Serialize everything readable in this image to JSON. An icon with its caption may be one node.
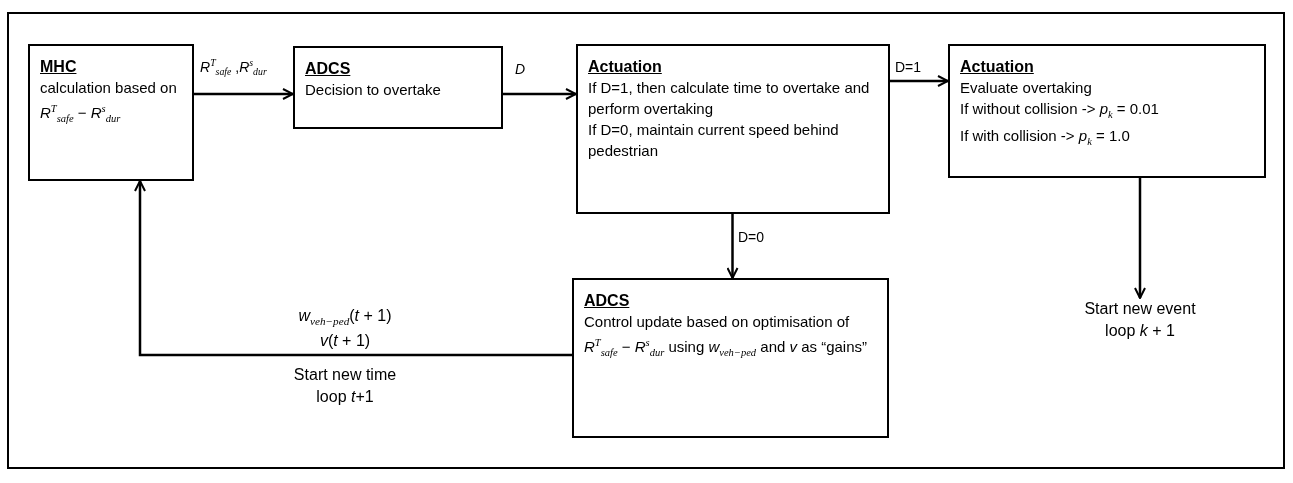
{
  "diagram": {
    "nodes": [
      {
        "text": [
          "MHC",
          "calculation based on *R*$^{T}$$_{safe}$ − *R*$^{s}$$_{dur}$"
        ]
      },
      {
        "text": [
          "ADCS",
          "Decision to overtake"
        ]
      },
      {
        "text": [
          "Actuation",
          "If D=1, then calculate time to overtake and perform overtaking",
          "If D=0, maintain current speed behind pedestrian"
        ]
      },
      {
        "text": [
          "Actuation",
          "Evaluate overtaking",
          "If without collision -> *p*$_{k}$ = 0.01",
          "If with collision -> *p*$_{k}$ = 1.0"
        ]
      },
      {
        "text": [
          "ADCS",
          "Control update based on optimisation of *R*$^{T}$$_{safe}$ − *R*$^{s}$$_{dur}$ using *w*$_{veh−ped}$ and *v* as “gains”"
        ]
      },
      {
        "text": [
          "Start new event loop *k* + 1"
        ]
      }
    ],
    "edges": [
      {
        "from": 0,
        "to": 1,
        "arrow": "to",
        "label": "*R*$^{T}$$_{safe}$ ,*R*$^{s}$$_{dur}$"
      },
      {
        "from": 1,
        "to": 2,
        "arrow": "to",
        "label": "*D*"
      },
      {
        "from": 2,
        "to": 3,
        "arrow": "to",
        "label": "D=1"
      },
      {
        "from": 2,
        "to": 4,
        "arrow": "to",
        "label": "D=0"
      },
      {
        "from": 4,
        "to": 0,
        "arrow": "to",
        "label": "*w*$_{veh−ped}$(*t* + 1) *v*(*t* + 1)"
      },
      {
        "from": 3,
        "to": 5,
        "arrow": "to"
      }
    ],
    "labels": [
      "Start new time loop *t*+1"
    ]
  }
}
